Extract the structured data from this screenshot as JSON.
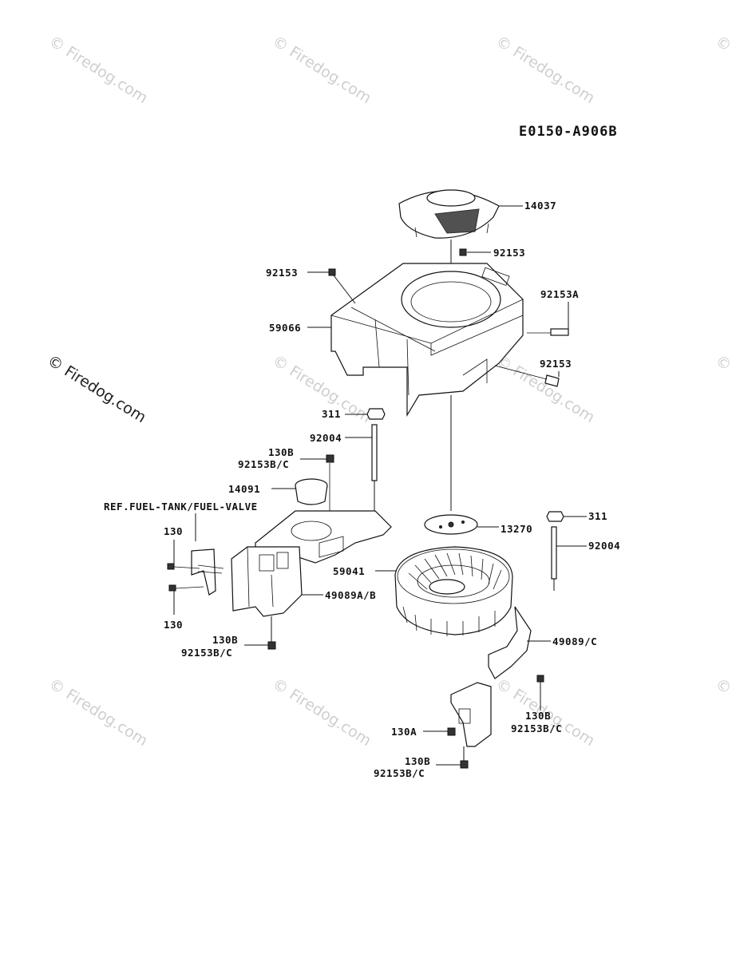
{
  "diagram_code": "E0150-A906B",
  "watermark_text": "© Firedog.com",
  "part_labels": {
    "p14037": "14037",
    "p92153_top": "92153",
    "p92153_left": "92153",
    "p92153A": "92153A",
    "p59066": "59066",
    "p92153_right": "92153",
    "p311_left": "311",
    "p92004_left": "92004",
    "p130B_1": "130B",
    "p92153BC_1": "92153B/C",
    "p14091": "14091",
    "ref_fuel": "REF.FUEL-TANK/FUEL-VALVE",
    "p130_top": "130",
    "p130_bottom": "130",
    "p13270": "13270",
    "p311_right": "311",
    "p92004_right": "92004",
    "p59041": "59041",
    "p49089AB": "49089A/B",
    "p130B_2": "130B",
    "p92153BC_2": "92153B/C",
    "p49089C": "49089/C",
    "p130B_3": "130B",
    "p92153BC_3": "92153B/C",
    "p130A": "130A",
    "p130B_4": "130B",
    "p92153BC_4": "92153B/C"
  }
}
